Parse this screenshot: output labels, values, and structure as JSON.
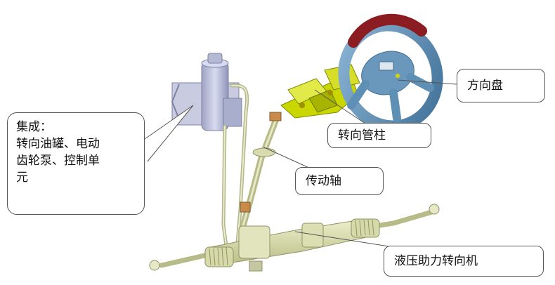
{
  "callouts": {
    "integration": {
      "lines": [
        "集成：",
        "转向油罐、电动",
        "齿轮泵、控制单",
        "元"
      ]
    },
    "steering_wheel": "方向盘",
    "steering_column": "转向管柱",
    "drive_shaft": "传动轴",
    "hydraulic_gear": "液压助力转向机"
  },
  "colors": {
    "wheel_body": "#5e8fb5",
    "wheel_grip": "#8a1c22",
    "column": "#c9d600",
    "motor": "#b4b9d4",
    "rack": "#d6d9a8",
    "outline": "#555555"
  }
}
